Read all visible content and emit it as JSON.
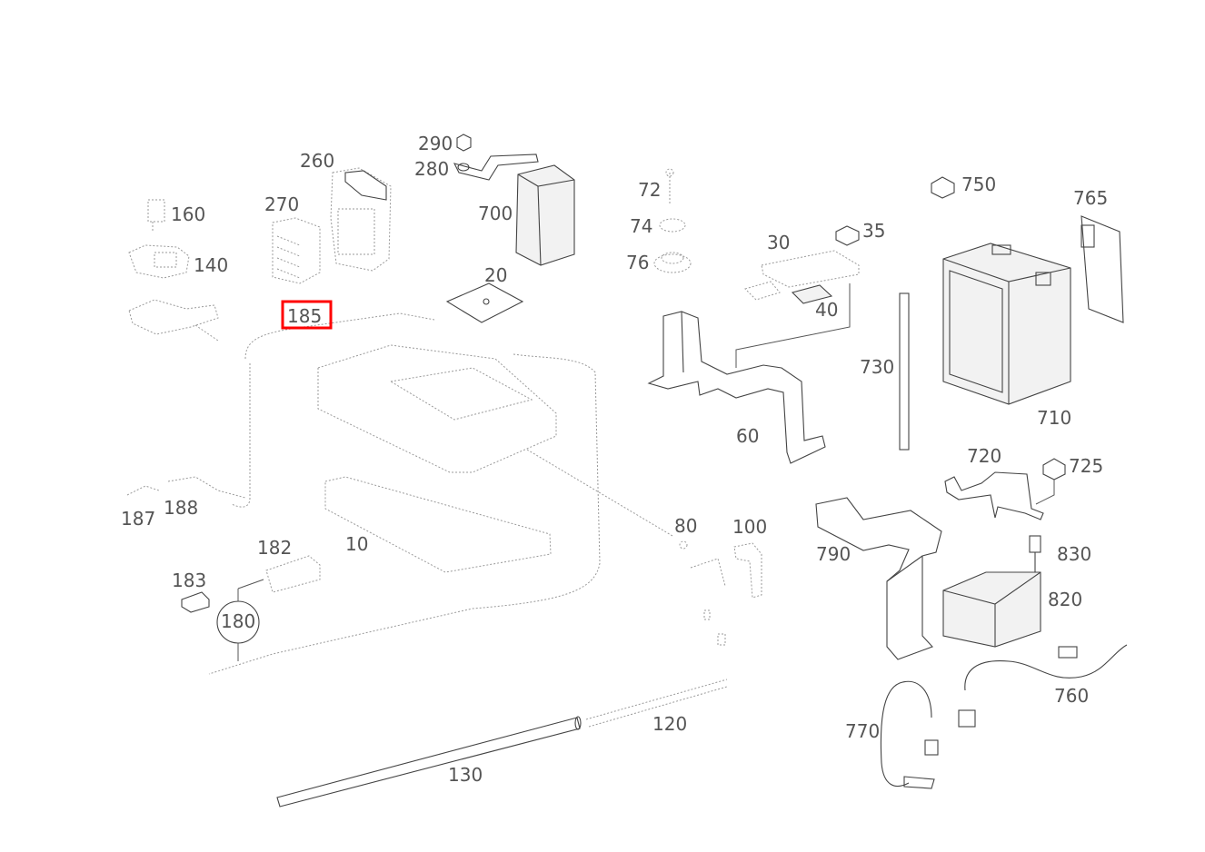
{
  "diagram": {
    "highlighted_part": "185",
    "callouts": [
      {
        "id": "290",
        "text": "290"
      },
      {
        "id": "280",
        "text": "280"
      },
      {
        "id": "260",
        "text": "260"
      },
      {
        "id": "270",
        "text": "270"
      },
      {
        "id": "160",
        "text": "160"
      },
      {
        "id": "140",
        "text": "140"
      },
      {
        "id": "700",
        "text": "700"
      },
      {
        "id": "185",
        "text": "185"
      },
      {
        "id": "20",
        "text": "20"
      },
      {
        "id": "72",
        "text": "72"
      },
      {
        "id": "74",
        "text": "74"
      },
      {
        "id": "76",
        "text": "76"
      },
      {
        "id": "30",
        "text": "30"
      },
      {
        "id": "35",
        "text": "35"
      },
      {
        "id": "40",
        "text": "40"
      },
      {
        "id": "750",
        "text": "750"
      },
      {
        "id": "765",
        "text": "765"
      },
      {
        "id": "730",
        "text": "730"
      },
      {
        "id": "710",
        "text": "710"
      },
      {
        "id": "60",
        "text": "60"
      },
      {
        "id": "720",
        "text": "720"
      },
      {
        "id": "725",
        "text": "725"
      },
      {
        "id": "187",
        "text": "187"
      },
      {
        "id": "188",
        "text": "188"
      },
      {
        "id": "10",
        "text": "10"
      },
      {
        "id": "80",
        "text": "80"
      },
      {
        "id": "100",
        "text": "100"
      },
      {
        "id": "790",
        "text": "790"
      },
      {
        "id": "830",
        "text": "830"
      },
      {
        "id": "182",
        "text": "182"
      },
      {
        "id": "183",
        "text": "183"
      },
      {
        "id": "820",
        "text": "820"
      },
      {
        "id": "180",
        "text": "180"
      },
      {
        "id": "760",
        "text": "760"
      },
      {
        "id": "770",
        "text": "770"
      },
      {
        "id": "120",
        "text": "120"
      },
      {
        "id": "130",
        "text": "130"
      }
    ]
  }
}
